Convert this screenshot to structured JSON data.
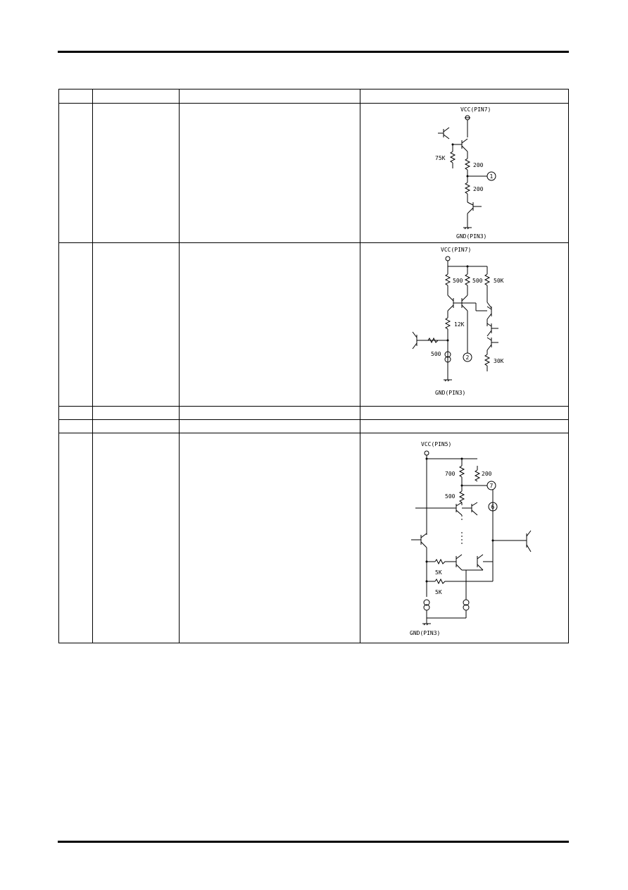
{
  "table": {
    "headers": [
      "",
      "",
      "",
      ""
    ],
    "rows": [
      {
        "pin": "",
        "name": "",
        "description": "",
        "circuit": {
          "vcc": "VCC(PIN7)",
          "r1": "75K",
          "r2": "200",
          "r3": "200",
          "node": "1",
          "gnd": "GND(PIN3)"
        }
      },
      {
        "pin": "",
        "name": "",
        "description": "",
        "circuit": {
          "vcc": "VCC(PIN7)",
          "r1": "500",
          "r2": "500",
          "r3": "50K",
          "r4": "12K",
          "r5": "500",
          "r6": "30K",
          "node": "2",
          "gnd": "GND(PIN3)"
        }
      },
      {
        "pin": "",
        "name": "",
        "description": "",
        "circuit": null
      },
      {
        "pin": "",
        "name": "",
        "description": "",
        "circuit": null
      },
      {
        "pin": "",
        "name": "",
        "description": "",
        "circuit": {
          "vcc": "VCC(PIN5)",
          "r1": "700",
          "r2": "200",
          "r3": "500",
          "r4": "5K",
          "r5": "5K",
          "node_a": "7",
          "node_b": "6",
          "gnd": "GND(PIN3)"
        }
      }
    ]
  }
}
